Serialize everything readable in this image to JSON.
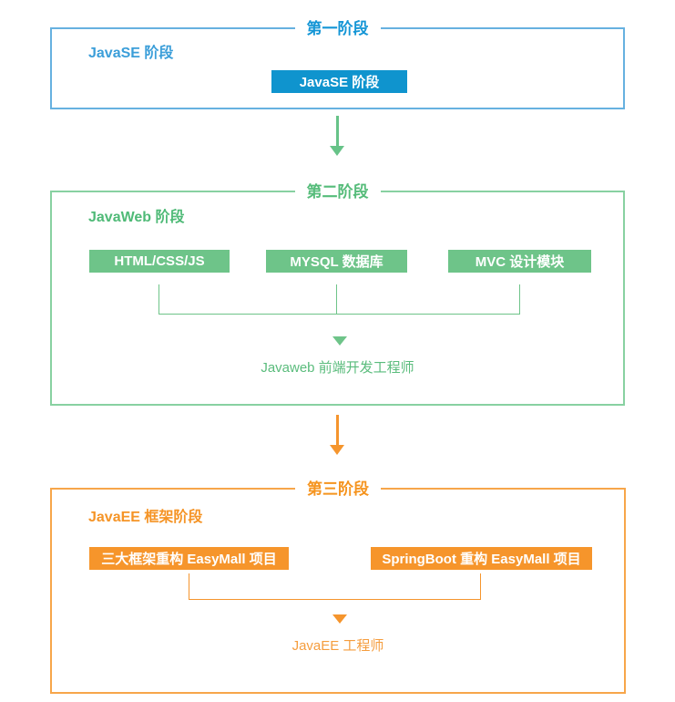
{
  "stages": [
    {
      "title": "第一阶段",
      "label": "JavaSE 阶段",
      "modules": [
        "JavaSE 阶段"
      ],
      "result": ""
    },
    {
      "title": "第二阶段",
      "label": "JavaWeb 阶段",
      "modules": [
        "HTML/CSS/JS",
        "MYSQL 数据库",
        "MVC 设计模块"
      ],
      "result": "Javaweb 前端开发工程师"
    },
    {
      "title": "第三阶段",
      "label": "JavaEE 框架阶段",
      "modules": [
        "三大框架重构 EasyMall 项目",
        "SpringBoot 重构 EasyMall 项目"
      ],
      "result": "JavaEE 工程师"
    }
  ],
  "colors": {
    "blue_title": "#1596d6",
    "blue_border": "#66b1e0",
    "blue_label": "#3b9ed9",
    "blue_chip": "#0f94ce",
    "green_title": "#56bc7a",
    "green_border": "#88d1a1",
    "green_chip": "#6ec489",
    "orange_title": "#f5941f",
    "orange_border": "#f7a64a",
    "orange_chip": "#f6952b",
    "chip_text": "#ffffff"
  }
}
